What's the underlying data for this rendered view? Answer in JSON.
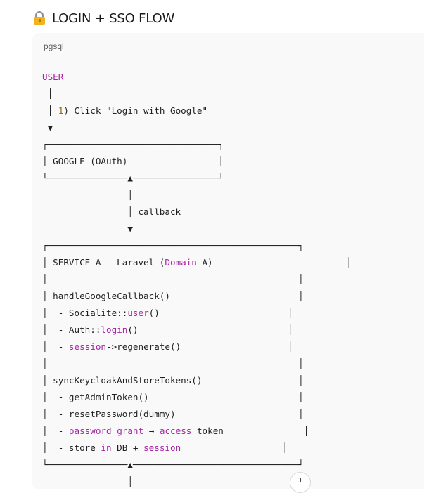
{
  "heading": {
    "title": "LOGIN + SSO FLOW",
    "icon": "lock-icon"
  },
  "code_block": {
    "language": "pgsql",
    "lines": [
      [
        {
          "t": "USER",
          "k": "kw"
        }
      ],
      [
        {
          "t": " │"
        }
      ],
      [
        {
          "t": " │ "
        },
        {
          "t": "1",
          "k": "num"
        },
        {
          "t": ") Click \"Login with Google\""
        }
      ],
      [
        {
          "t": " ▼"
        }
      ],
      [
        {
          "t": "┌────────────────────────────────┐"
        }
      ],
      [
        {
          "t": "│ GOOGLE (OAuth)                 │"
        }
      ],
      [
        {
          "t": "└───────────────▲────────────────┘"
        }
      ],
      [
        {
          "t": "                │"
        }
      ],
      [
        {
          "t": "                │ callback"
        }
      ],
      [
        {
          "t": "                ▼"
        }
      ],
      [
        {
          "t": "┌───────────────────────────────────────────────┐"
        }
      ],
      [
        {
          "t": "│ SERVICE A – Laravel ("
        },
        {
          "t": "Domain",
          "k": "kw"
        },
        {
          "t": " A)                         │"
        }
      ],
      [
        {
          "t": "│                                               │"
        }
      ],
      [
        {
          "t": "│ handleGoogleCallback()                        │"
        }
      ],
      [
        {
          "t": "│  - Socialite::"
        },
        {
          "t": "user",
          "k": "kw"
        },
        {
          "t": "()                        │"
        }
      ],
      [
        {
          "t": "│  - Auth::"
        },
        {
          "t": "login",
          "k": "kw"
        },
        {
          "t": "()                            │"
        }
      ],
      [
        {
          "t": "│  - "
        },
        {
          "t": "session",
          "k": "kw"
        },
        {
          "t": "->regenerate()                    │"
        }
      ],
      [
        {
          "t": "│                                               │"
        }
      ],
      [
        {
          "t": "│ syncKeycloakAndStoreTokens()                  │"
        }
      ],
      [
        {
          "t": "│  - getAdminToken()                            │"
        }
      ],
      [
        {
          "t": "│  - resetPassword(dummy)                       │"
        }
      ],
      [
        {
          "t": "│  - "
        },
        {
          "t": "password",
          "k": "kw"
        },
        {
          "t": " "
        },
        {
          "t": "grant",
          "k": "kw"
        },
        {
          "t": " → "
        },
        {
          "t": "access",
          "k": "kw"
        },
        {
          "t": " token               │"
        }
      ],
      [
        {
          "t": "│  - store "
        },
        {
          "t": "in",
          "k": "kw"
        },
        {
          "t": " DB + "
        },
        {
          "t": "session",
          "k": "kw"
        },
        {
          "t": "                   │"
        }
      ],
      [
        {
          "t": "└───────────────▲───────────────────────────────┘"
        }
      ],
      [
        {
          "t": "                │"
        }
      ]
    ]
  }
}
